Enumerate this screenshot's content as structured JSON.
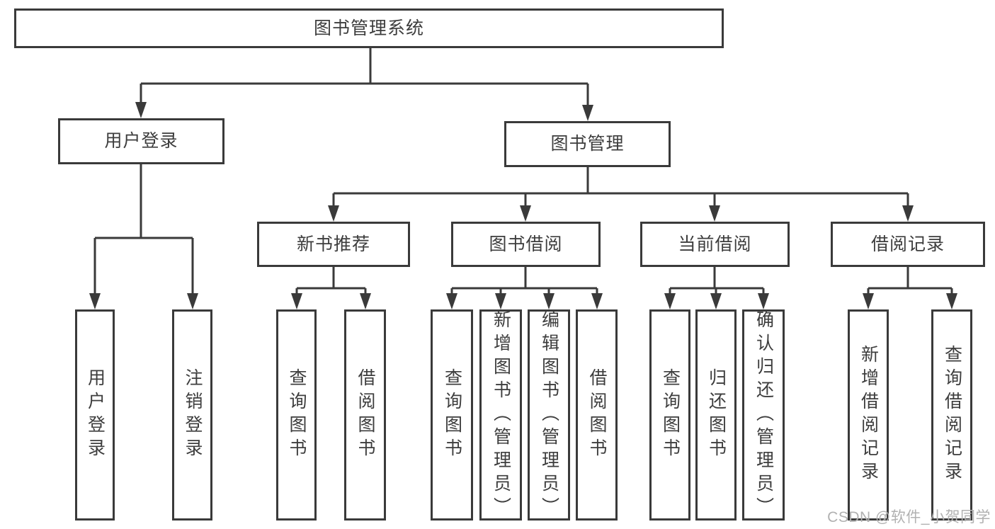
{
  "tree": {
    "label": "图书管理系统",
    "children": [
      {
        "label": "用户登录",
        "children": [
          {
            "label": "用户登录"
          },
          {
            "label": "注销登录"
          }
        ]
      },
      {
        "label": "图书管理",
        "children": [
          {
            "label": "新书推荐",
            "children": [
              {
                "label": "查询图书"
              },
              {
                "label": "借阅图书"
              }
            ]
          },
          {
            "label": "图书借阅",
            "children": [
              {
                "label": "查询图书"
              },
              {
                "label": "新增图书（管理员）"
              },
              {
                "label": "编辑图书（管理员）"
              },
              {
                "label": "借阅图书"
              }
            ]
          },
          {
            "label": "当前借阅",
            "children": [
              {
                "label": "查询图书"
              },
              {
                "label": "归还图书"
              },
              {
                "label": "确认归还（管理员）"
              }
            ]
          },
          {
            "label": "借阅记录",
            "children": [
              {
                "label": "新增借阅记录"
              },
              {
                "label": "查询借阅记录"
              }
            ]
          }
        ]
      }
    ]
  },
  "watermark": {
    "text": "CSDN @软件_小贺同学"
  },
  "colors": {
    "line": "#3a3a3a",
    "text": "#3d3d3d",
    "watermark": "#b1b1b1",
    "background": "#ffffff"
  }
}
